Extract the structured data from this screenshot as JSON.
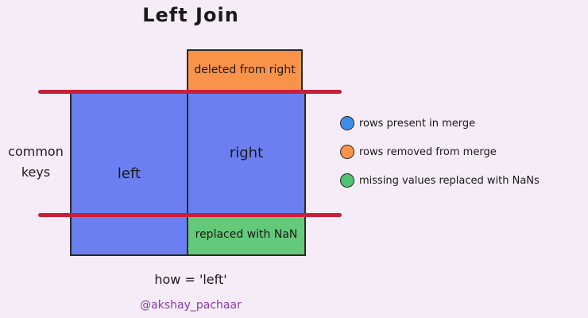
{
  "title": "Left Join",
  "boxes": {
    "left": "left",
    "right": "right",
    "deleted": "deleted from right",
    "nan": "replaced with NaN"
  },
  "side_label": "common keys",
  "legend": [
    {
      "label": "rows present in merge",
      "color": "#3d8fe6"
    },
    {
      "label": "rows removed from merge",
      "color": "#f9934a"
    },
    {
      "label": "missing values replaced with NaNs",
      "color": "#4fc36d"
    }
  ],
  "how_label": "how = 'left'",
  "handle": "@akshay_pachaar",
  "colors": {
    "present": "#6b7ff0",
    "removed": "#f9934a",
    "nan": "#65c97a",
    "key_line": "#c8203a"
  }
}
